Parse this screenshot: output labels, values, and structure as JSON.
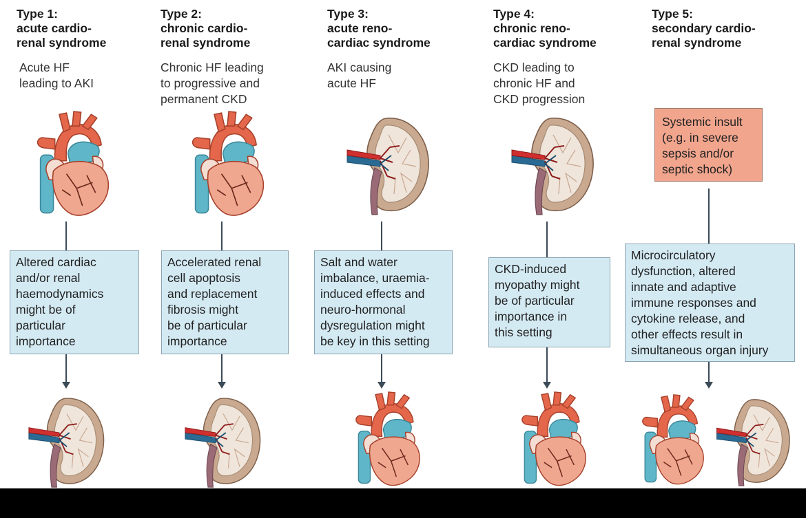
{
  "columns": [
    {
      "title_line1": "Type 1:",
      "title_line2": "acute cardio-",
      "title_line3": "renal syndrome",
      "desc": [
        "Acute HF",
        "leading to AKI"
      ],
      "mechanism": [
        "Altered cardiac",
        "and/or renal",
        "haemodynamics",
        "might be of",
        "particular",
        "importance"
      ]
    },
    {
      "title_line1": "Type 2:",
      "title_line2": "chronic cardio-",
      "title_line3": "renal syndrome",
      "desc": [
        "Chronic HF leading",
        "to progressive and",
        "permanent CKD"
      ],
      "mechanism": [
        "Accelerated renal",
        "cell apoptosis",
        "and replacement",
        "fibrosis might",
        "be of particular",
        "importance"
      ]
    },
    {
      "title_line1": "Type 3:",
      "title_line2": "acute reno-",
      "title_line3": "cardiac syndrome",
      "desc": [
        "AKI causing",
        "acute HF"
      ],
      "mechanism": [
        "Salt and water",
        "imbalance, uraemia-",
        "induced effects and",
        "neuro-hormonal",
        "dysregulation might",
        "be key in this setting"
      ]
    },
    {
      "title_line1": "Type 4:",
      "title_line2": "chronic reno-",
      "title_line3": "cardiac syndrome",
      "desc": [
        "CKD leading to",
        "chronic HF and",
        "CKD progression"
      ],
      "mechanism": [
        "CKD-induced",
        "myopathy might",
        "be of particular",
        "importance in",
        "this setting"
      ]
    },
    {
      "title_line1": "Type 5:",
      "title_line2": "secondary cardio-",
      "title_line3": "renal syndrome",
      "insult": [
        "Systemic insult",
        "(e.g. in severe",
        "sepsis and/or",
        "septic shock)"
      ],
      "mechanism": [
        "Microcirculatory",
        "dysfunction, altered",
        "innate and adaptive",
        "immune responses and",
        "cytokine release, and",
        "other effects result in",
        "simultaneous organ injury"
      ]
    }
  ],
  "colors": {
    "box_fill": "#d4eaf3",
    "insult_fill": "#f2a58d",
    "heart": "#e4664b",
    "kidney": "#c9a98f",
    "arrow": "#3a4a57"
  },
  "icons": {
    "heart": "heart-icon",
    "kidney": "kidney-icon"
  }
}
